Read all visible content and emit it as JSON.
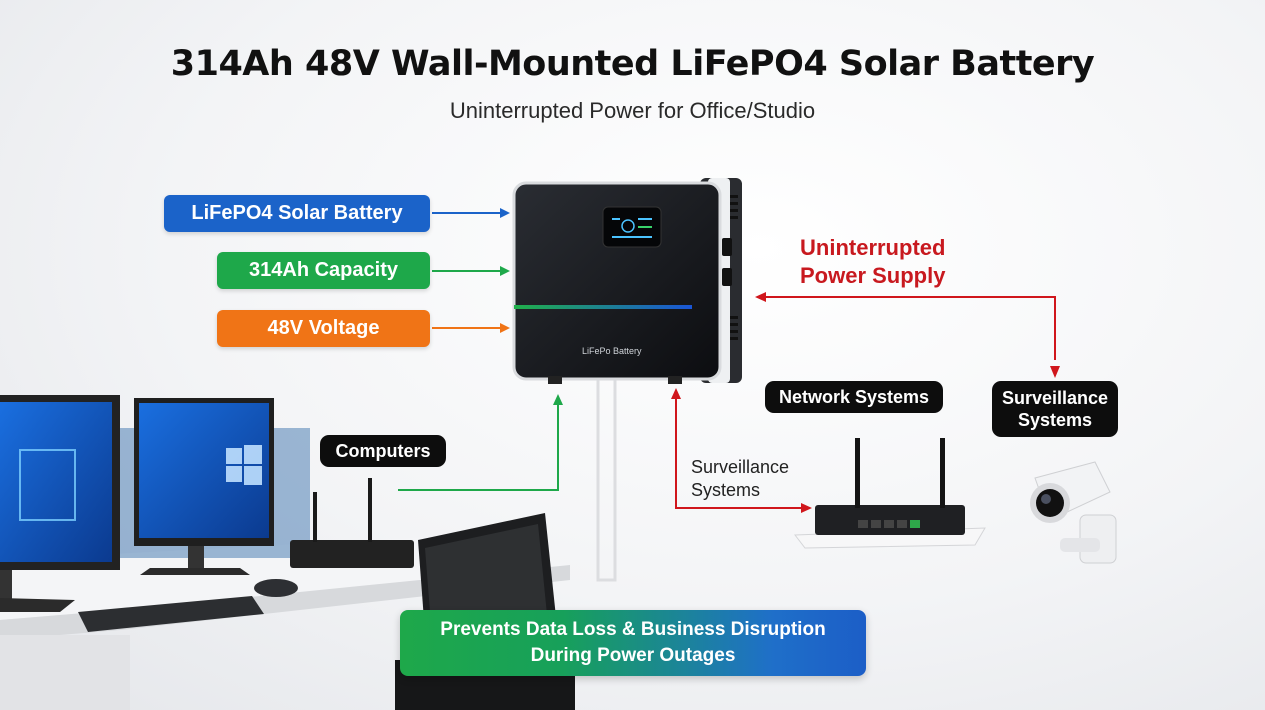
{
  "title": "314Ah 48V Wall-Mounted LiFePO4 Solar Battery",
  "subtitle": "Uninterrupted Power for Office/Studio",
  "feature_labels": [
    {
      "text": "LiFePO4 Solar Battery",
      "color": "#1b63c9"
    },
    {
      "text": "314Ah Capacity",
      "color": "#1ea84a"
    },
    {
      "text": "48V Voltage",
      "color": "#f07416"
    }
  ],
  "battery": {
    "brand_text": "LiFePo Battery"
  },
  "ups_label": {
    "line1": "Uninterrupted",
    "line2": "Power Supply"
  },
  "labels": {
    "computers": "Computers",
    "network": "Network Systems",
    "surveillance_box": {
      "line1": "Surveillance",
      "line2": "Systems"
    },
    "surveillance_plain": {
      "line1": "Surveillance",
      "line2": "Systems"
    }
  },
  "banner": {
    "line1": "Prevents Data Loss & Business Disruption",
    "line2": "During Power Outages"
  },
  "colors": {
    "blue": "#1b63c9",
    "green": "#1ea84a",
    "orange": "#f07416",
    "red": "#d0161c"
  }
}
